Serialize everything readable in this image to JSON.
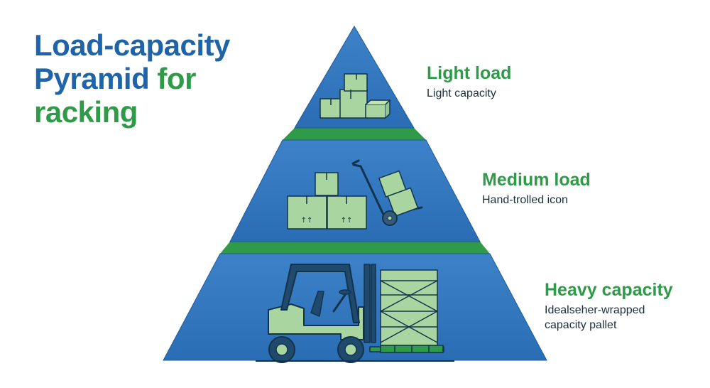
{
  "title": {
    "part1": "Load-capacity",
    "part2": "Pyramid",
    "part3": "for",
    "part4": "racking"
  },
  "tiers": [
    {
      "heading": "Light load",
      "description": "Light capacity"
    },
    {
      "heading": "Medium load",
      "description": "Hand-trolled icon"
    },
    {
      "heading": "Heavy capacity",
      "description": "Idealseher-wrapped capacity pallet"
    }
  ],
  "colors": {
    "tier_blue": "#2f74bd",
    "separator_green": "#2f9a48",
    "title_blue": "#1f64a8",
    "icon_fill": "#a9d6a0",
    "outline": "#13334d"
  },
  "icons": [
    "stacked-boxes-icon",
    "hand-truck-icon",
    "forklift-icon",
    "wrapped-pallet-icon"
  ]
}
